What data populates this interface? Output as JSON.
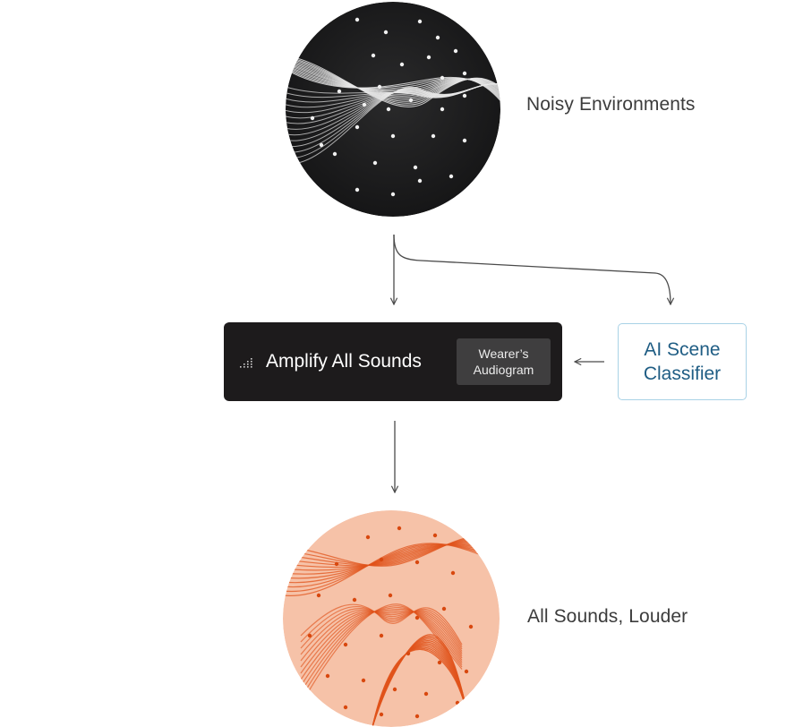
{
  "input_node": {
    "label": "Noisy Environments",
    "icon": "noise-wave-circle-icon"
  },
  "process_node": {
    "title": "Amplify All Sounds",
    "icon": "level-bars-icon",
    "chip_line1": "Wearer’s",
    "chip_line2": "Audiogram"
  },
  "classifier_node": {
    "line1": "AI Scene",
    "line2": "Classifier"
  },
  "output_node": {
    "label": "All Sounds, Louder",
    "icon": "amplified-wave-circle-icon"
  },
  "colors": {
    "dark": "#1d1b1c",
    "chip": "#3f3e3f",
    "accent_blue": "#1f5d84",
    "classifier_border": "#a9d2e6",
    "orange": "#e0531b",
    "peach": "#f6c2a8",
    "arrow": "#4a4a4a"
  }
}
